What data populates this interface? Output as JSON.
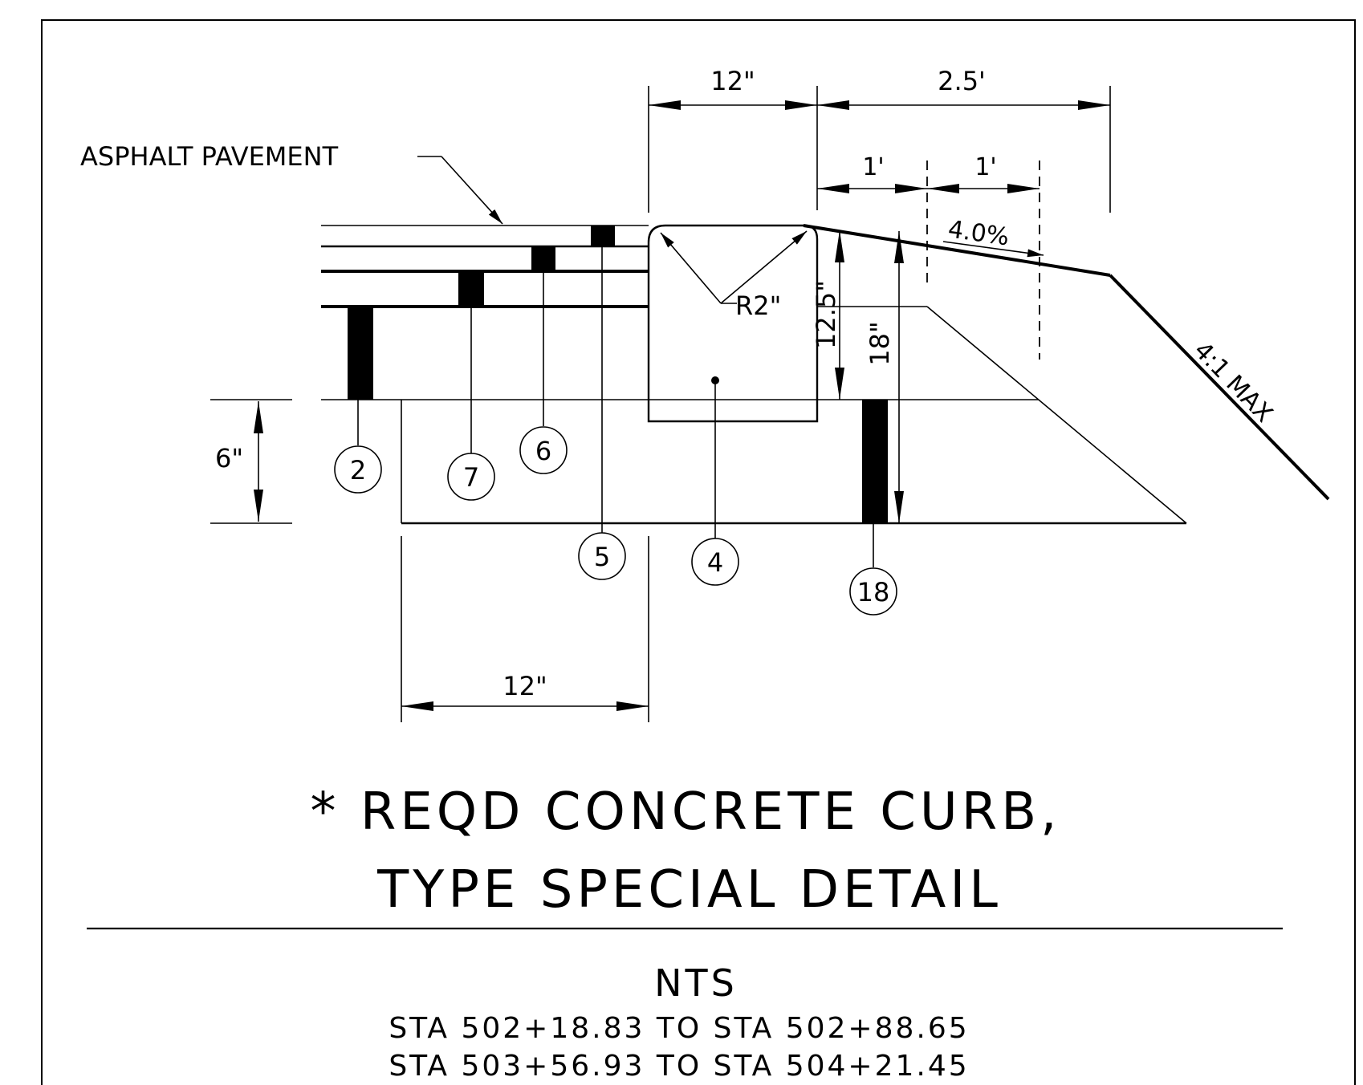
{
  "callouts": {
    "asphalt_pavement": "ASPHALT PAVEMENT",
    "radius": "R2\"",
    "slope_pct": "4.0%",
    "side_slope": "4:1 MAX"
  },
  "dimensions": {
    "curb_width_top": "12\"",
    "gutter_width": "2.5'",
    "gutter_seg_1": "1'",
    "gutter_seg_2": "1'",
    "curb_depth_12_5": "12.5\"",
    "curb_depth_18": "18\"",
    "base_depth": "6\"",
    "base_ext": "12\""
  },
  "bubbles": {
    "b2": "2",
    "b7": "7",
    "b6": "6",
    "b5": "5",
    "b4": "4",
    "b18": "18"
  },
  "title": {
    "line1": "* REQD CONCRETE CURB,",
    "line2": "TYPE SPECIAL DETAIL"
  },
  "scale": "NTS",
  "stations": [
    "STA 502+18.83 TO STA 502+88.65",
    "STA 503+56.93 TO STA 504+21.45"
  ]
}
